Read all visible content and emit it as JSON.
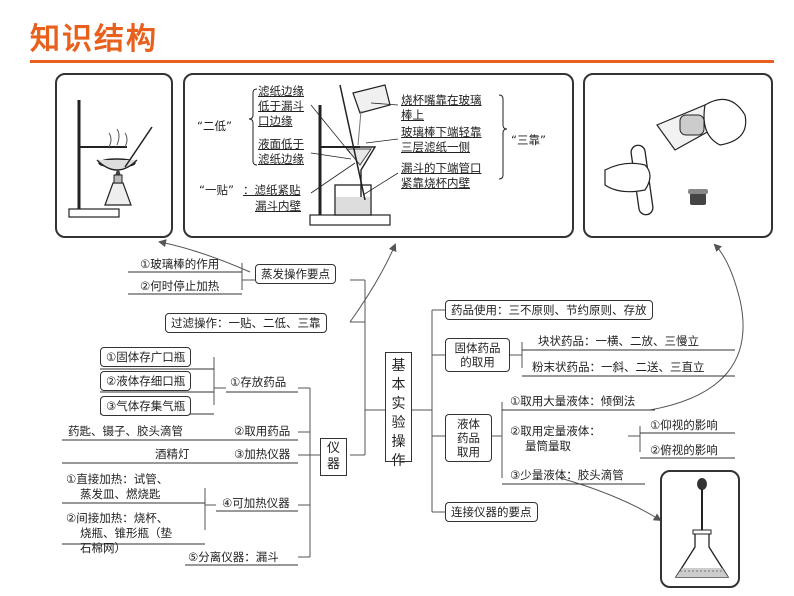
{
  "title": "知识结构",
  "filtration": {
    "two_low_label": "“二低”",
    "paper_edge_1": "滤纸边缘",
    "paper_edge_2": "低于漏斗",
    "paper_edge_3": "口边缘",
    "liquid_1": "液面低于",
    "liquid_2": "滤纸边缘",
    "one_stick_label": "“一贴”",
    "one_stick_1": "：滤纸紧贴",
    "one_stick_2": "漏斗内壁",
    "three_lean_label": "“三靠”",
    "beaker_1": "烧杯嘴靠在玻璃",
    "beaker_2": "棒上",
    "rod_1": "玻璃棒下端轻靠",
    "rod_2": "三层滤纸一侧",
    "funnel_1": "漏斗的下端管口",
    "funnel_2": "紧靠烧杯内壁"
  },
  "center": {
    "label": "基本实验操作"
  },
  "evaporation": {
    "label": "蒸发操作要点",
    "items": [
      "①玻璃棒的作用",
      "②何时停止加热"
    ]
  },
  "filter_op": "过滤操作：一贴、二低、三靠",
  "instruments": {
    "label": "仪器",
    "storage": {
      "label": "①存放药品",
      "items": [
        "①固体存广口瓶",
        "②液体存细口瓶",
        "③气体存集气瓶"
      ]
    },
    "taking": {
      "label": "②取用药品",
      "detail": "药匙、镊子、胶头滴管"
    },
    "heating": {
      "label": "③加热仪器",
      "detail": "酒精灯"
    },
    "heatable": {
      "label": "④可加热仪器",
      "direct_1": "①直接加热：试管、",
      "direct_2": "蒸发皿、燃烧匙",
      "indirect_1": "②间接加热：烧杯、",
      "indirect_2": "烧瓶、锥形瓶（垫",
      "indirect_3": "石棉网）"
    },
    "separation": "⑤分离仪器：漏斗"
  },
  "reagents": {
    "usage": "药品使用：三不原则、节约原则、存放",
    "solid": {
      "label_1": "固体药品",
      "label_2": "的取用",
      "block": "块状药品：一横、二放、三慢立",
      "powder": "粉末状药品：一斜、二送、三直立"
    },
    "liquid": {
      "label_1": "液体",
      "label_2": "药品",
      "label_3": "取用",
      "large": "①取用大量液体：倾倒法",
      "quant_1": "②取用定量液体：",
      "quant_2": "量筒量取",
      "up_view": "①仰视的影响",
      "down_view": "②俯视的影响",
      "small": "③少量液体：胶头滴管"
    },
    "connect": "连接仪器的要点"
  }
}
